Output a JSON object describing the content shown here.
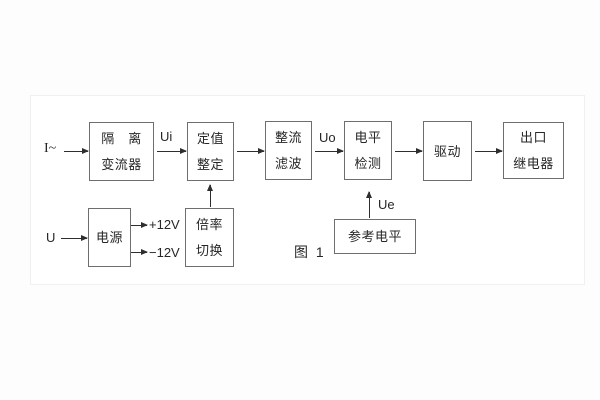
{
  "figure": {
    "caption": "图 1"
  },
  "blocks": {
    "isolation": {
      "line1": "隔　离",
      "line2": "变流器"
    },
    "setpoint": {
      "line1": "定值",
      "line2": "整定"
    },
    "rectifier": {
      "line1": "整流",
      "line2": "滤波"
    },
    "level": {
      "line1": "电平",
      "line2": "检测"
    },
    "driver": {
      "line1": "驱动"
    },
    "relay": {
      "line1": "出口",
      "line2": "继电器"
    },
    "power": {
      "line1": "电源"
    },
    "ratio": {
      "line1": "倍率",
      "line2": "切换"
    },
    "reference": {
      "line1": "参考电平"
    }
  },
  "labels": {
    "input_current": "I~",
    "input_voltage": "U",
    "ui": "Ui",
    "uo": "Uo",
    "ue": "Ue",
    "plus12v": "+12V",
    "minus12v": "−12V"
  },
  "colors": {
    "line": "#2e2e2e",
    "box_border": "#6e6e6e",
    "text": "#262626",
    "background": "#ffffff"
  }
}
